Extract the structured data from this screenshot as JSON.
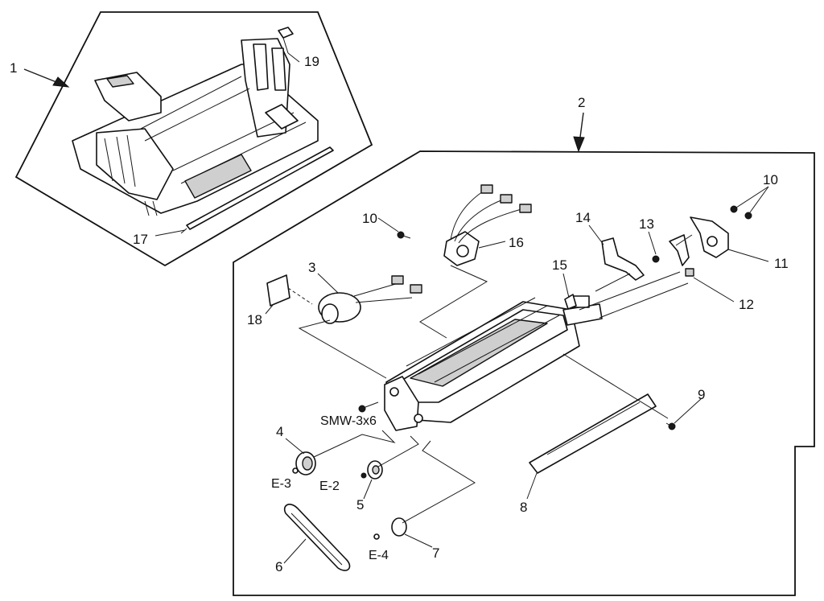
{
  "callouts": {
    "c1": "1",
    "c2": "2",
    "c3": "3",
    "c4": "4",
    "c5": "5",
    "c6": "6",
    "c7": "7",
    "c8": "8",
    "c9": "9",
    "c10a": "10",
    "c10b": "10",
    "c11": "11",
    "c12": "12",
    "c13": "13",
    "c14": "14",
    "c15": "15",
    "c16": "16",
    "c17": "17",
    "c18": "18",
    "c19": "19",
    "smw": "SMW-3x6",
    "e2": "E-2",
    "e3": "E-3",
    "e4": "E-4"
  }
}
